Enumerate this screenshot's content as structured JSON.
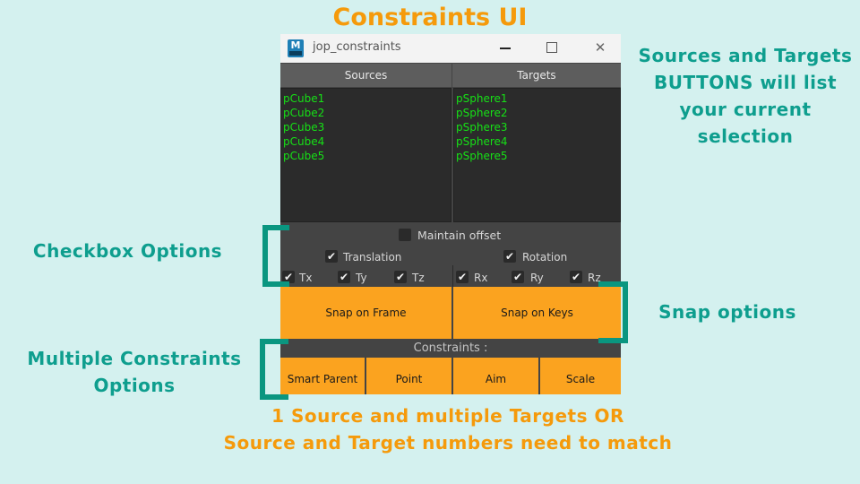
{
  "annotations": {
    "title": "Constraints UI",
    "selection_note": [
      "Sources and Targets",
      "BUTTONS will list",
      "your current",
      "selection"
    ],
    "checkbox_note": "Checkbox Options",
    "snap_note": "Snap options",
    "multi_note": [
      "Multiple Constraints",
      "Options"
    ],
    "bottom_note": [
      "1 Source and multiple Targets OR",
      "Source and Target numbers need to match"
    ]
  },
  "colors": {
    "background": "#d4f1ef",
    "accent_orange": "#f59a0b",
    "accent_teal": "#0e9e8e",
    "button_orange": "#fba31f",
    "list_text_green": "#16e016"
  },
  "window": {
    "app_icon": "maya-icon",
    "app_icon_letter": "M",
    "title": "jop_constraints",
    "controls": {
      "minimize": "minimize-icon",
      "maximize": "maximize-icon",
      "close": "✕"
    }
  },
  "sources": {
    "label": "Sources",
    "items": [
      "pCube1",
      "pCube2",
      "pCube3",
      "pCube4",
      "pCube5"
    ]
  },
  "targets": {
    "label": "Targets",
    "items": [
      "pSphere1",
      "pSphere2",
      "pSphere3",
      "pSphere4",
      "pSphere5"
    ]
  },
  "options": {
    "maintain_offset": {
      "label": "Maintain offset",
      "checked": false
    },
    "translation": {
      "label": "Translation",
      "checked": true
    },
    "rotation": {
      "label": "Rotation",
      "checked": true
    },
    "axes": [
      {
        "label": "Tx",
        "checked": true
      },
      {
        "label": "Ty",
        "checked": true
      },
      {
        "label": "Tz",
        "checked": true
      },
      {
        "label": "Rx",
        "checked": true
      },
      {
        "label": "Ry",
        "checked": true
      },
      {
        "label": "Rz",
        "checked": true
      }
    ],
    "check_glyph": "✔"
  },
  "snap": {
    "frame": "Snap on Frame",
    "keys": "Snap on Keys"
  },
  "constraints": {
    "header": "Constraints :",
    "buttons": [
      "Smart Parent",
      "Point",
      "Aim",
      "Scale"
    ]
  }
}
